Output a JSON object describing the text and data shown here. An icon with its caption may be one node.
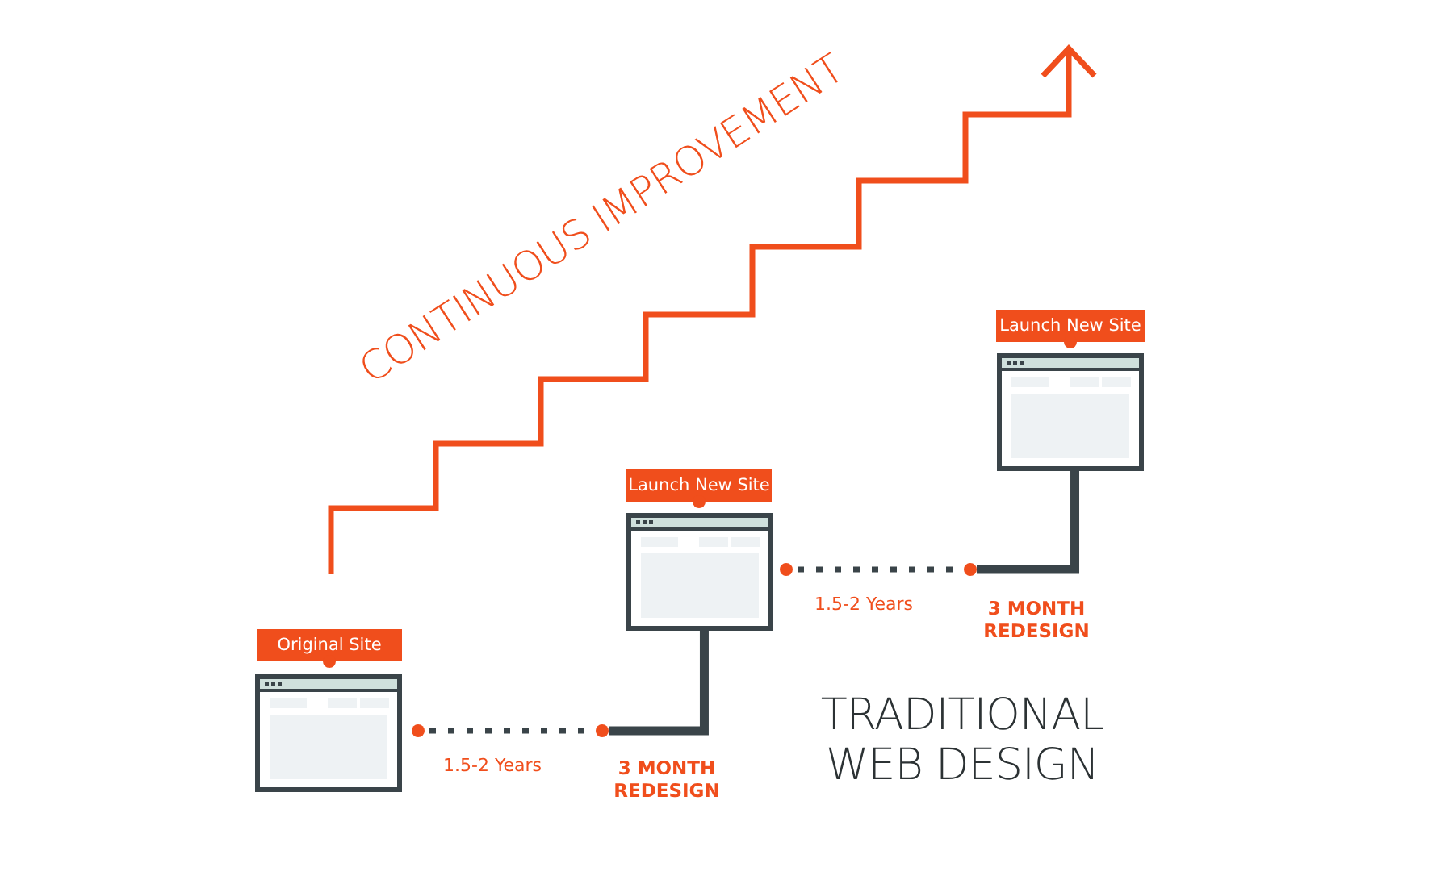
{
  "diagram": {
    "nodes": [
      {
        "text": [
          "Original Site"
        ]
      },
      {
        "text": [],
        "shape": "box"
      },
      {
        "text": [],
        "shape": "circle"
      },
      {
        "text": [],
        "shape": "circle"
      },
      {
        "text": [
          "Launch New Site"
        ]
      },
      {
        "text": [],
        "shape": "box"
      },
      {
        "text": [],
        "shape": "circle"
      },
      {
        "text": [],
        "shape": "circle"
      },
      {
        "text": [
          "Launch New Site"
        ]
      },
      {
        "text": [],
        "shape": "box"
      }
    ],
    "edges": [
      {
        "from": 2,
        "to": 3,
        "arrow": "none",
        "style": "dashed",
        "label": "1.5-2 Years"
      },
      {
        "from": 3,
        "to": 5,
        "arrow": "none",
        "label": "3 MONTH REDESIGN"
      },
      {
        "from": 6,
        "to": 7,
        "arrow": "none",
        "style": "dashed",
        "label": "1.5-2 Years"
      },
      {
        "from": 7,
        "to": 9,
        "arrow": "none",
        "label": "3 MONTH REDESIGN"
      }
    ],
    "labels": [
      "CONTINUOUS IMPROVEMENT",
      "TRADITIONAL WEB DESIGN"
    ]
  }
}
